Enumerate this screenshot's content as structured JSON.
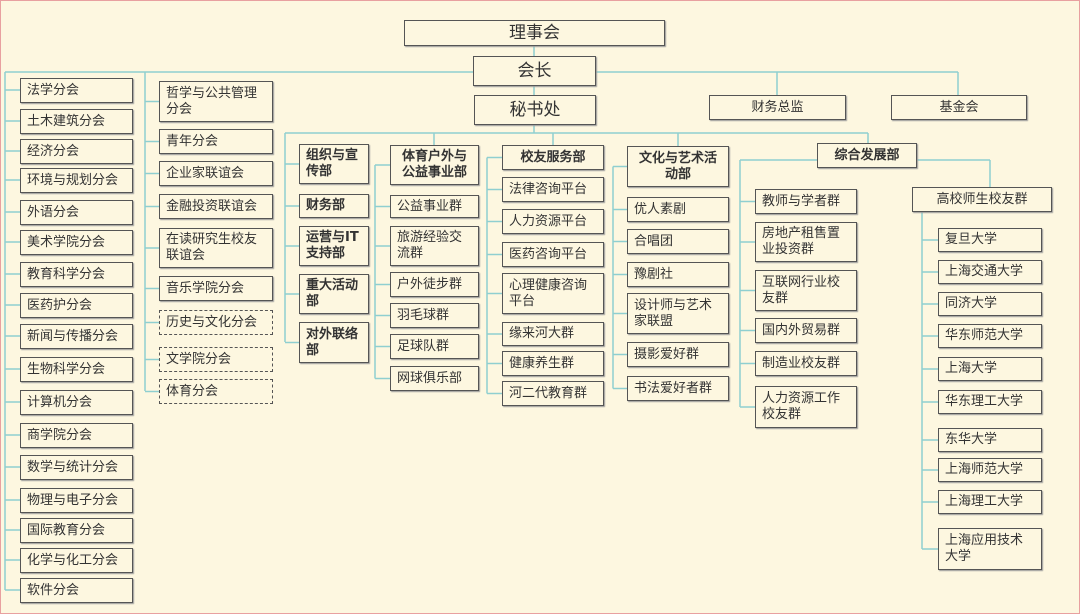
{
  "top": {
    "council": "理事会",
    "president": "会长",
    "secretariat": "秘书处",
    "cfo": "财务总监",
    "foundation": "基金会"
  },
  "branches_col1": [
    "法学分会",
    "土木建筑分会",
    "经济分会",
    "环境与规划分会",
    "外语分会",
    "美术学院分会",
    "教育科学分会",
    "医药护分会",
    "新闻与传播分会",
    "生物科学分会",
    "计算机分会",
    "商学院分会",
    "数学与统计分会",
    "物理与电子分会",
    "国际教育分会",
    "化学与化工分会",
    "软件分会"
  ],
  "branches_col2": [
    "哲学与公共管理分会",
    "青年分会",
    "企业家联谊会",
    "金融投资联谊会",
    "在读研究生校友联谊会",
    "音乐学院分会",
    "历史与文化分会",
    "文学院分会",
    "体育分会"
  ],
  "dept_core": [
    "组织与宣传部",
    "财务部",
    "运营与IT支持部",
    "重大活动部",
    "对外联络部"
  ],
  "sports": {
    "title": "体育户外与公益事业部",
    "items": [
      "公益事业群",
      "旅游经验交流群",
      "户外徒步群",
      "羽毛球群",
      "足球队群",
      "网球俱乐部"
    ]
  },
  "alumni_service": {
    "title": "校友服务部",
    "items": [
      "法律咨询平台",
      "人力资源平台",
      "医药咨询平台",
      "心理健康咨询平台",
      "缘来河大群",
      "健康养生群",
      "河二代教育群"
    ]
  },
  "culture": {
    "title": "文化与艺术活动部",
    "items": [
      "优人素剧",
      "合唱团",
      "豫剧社",
      "设计师与艺术家联盟",
      "摄影爱好群",
      "书法爱好者群"
    ]
  },
  "development": {
    "title": "综合发展部",
    "items": [
      "教师与学者群",
      "房地产租售置业投资群",
      "互联网行业校友群",
      "国内外贸易群",
      "制造业校友群",
      "人力资源工作校友群"
    ]
  },
  "university": {
    "title": "高校师生校友群",
    "items": [
      "复旦大学",
      "上海交通大学",
      "同济大学",
      "华东师范大学",
      "上海大学",
      "华东理工大学",
      "东华大学",
      "上海师范大学",
      "上海理工大学",
      "上海应用技术大学"
    ]
  },
  "colors": {
    "line": "#8fcfd0",
    "border": "#555555",
    "background": "#fdf7e0"
  }
}
